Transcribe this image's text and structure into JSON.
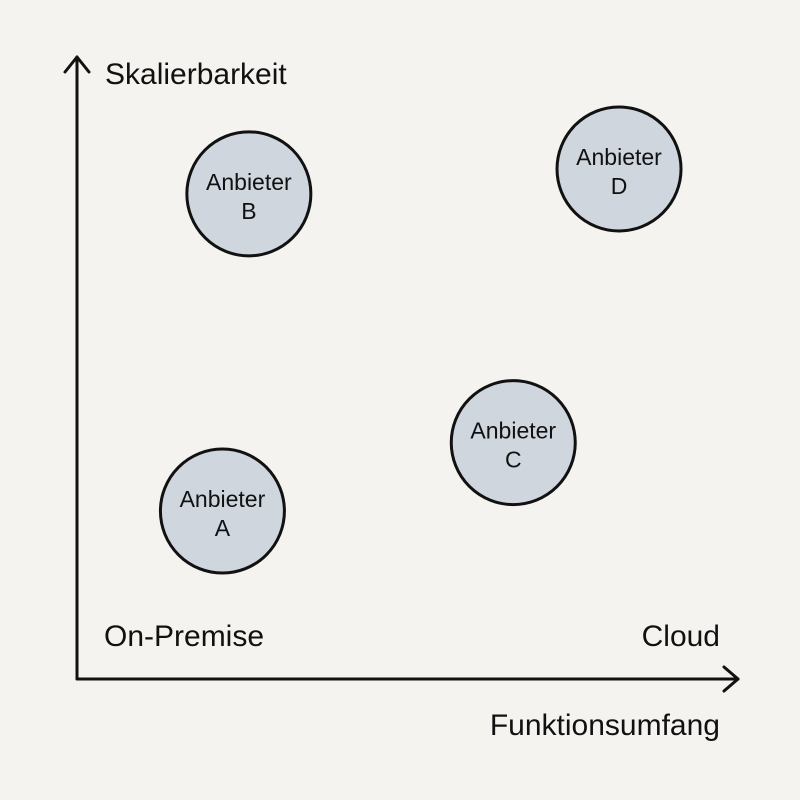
{
  "chart_data": {
    "type": "scatter",
    "title": "",
    "xlabel": "Funktionsumfang",
    "ylabel": "Skalierbarkeit",
    "xlim": [
      0,
      100
    ],
    "ylim": [
      0,
      100
    ],
    "grid": false,
    "annotations": {
      "left": "On-Premise",
      "right": "Cloud"
    },
    "points": [
      {
        "label_line1": "Anbieter",
        "label_line2": "A",
        "x": 22,
        "y": 27
      },
      {
        "label_line1": "Anbieter",
        "label_line2": "B",
        "x": 26,
        "y": 78
      },
      {
        "label_line1": "Anbieter",
        "label_line2": "C",
        "x": 66,
        "y": 38
      },
      {
        "label_line1": "Anbieter",
        "label_line2": "D",
        "x": 82,
        "y": 82
      }
    ],
    "colors": {
      "bubble_fill": "#cfd6de",
      "bubble_stroke": "#111111",
      "background": "#f4f3ef",
      "text": "#111111"
    }
  }
}
